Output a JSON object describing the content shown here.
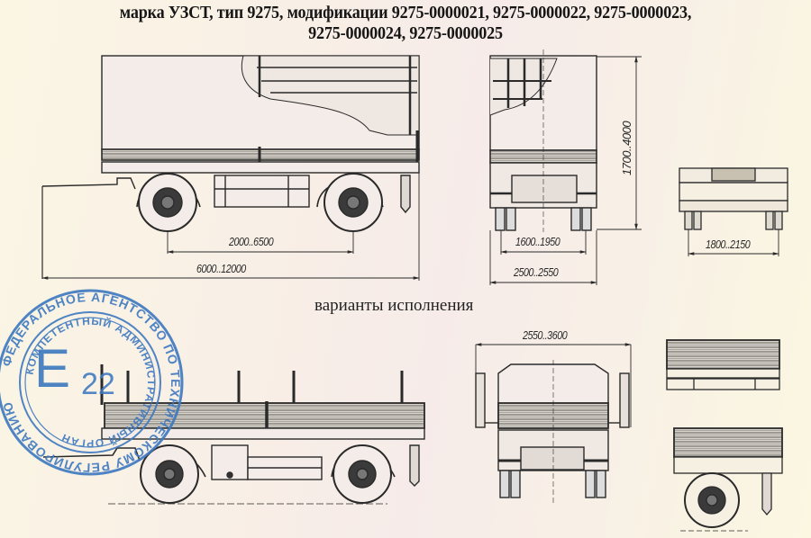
{
  "document": {
    "title_line1": "марка УЗСТ, тип 9275, модификации 9275-0000021, 9275-0000022, 9275-0000023,",
    "title_line2": "9275-0000024, 9275-0000025",
    "variants_label": "варианты исполнения"
  },
  "drawings": {
    "side_view": {
      "wheelbase_dim": "2000..6500",
      "overall_length_dim": "6000..12000"
    },
    "rear_view_tarp": {
      "height_dim": "1700..4000",
      "track_dim": "1600..1950",
      "width_dim": "2500..2550"
    },
    "rear_view_small": {
      "track_dim": "1800..2150"
    },
    "variant_front_view": {
      "width_dim": "2550..3600"
    }
  },
  "stamp": {
    "mark": "E",
    "country_code": "22",
    "outer_text": "ФЕДЕРАЛЬНОЕ АГЕНТСТВО ПО ТЕХНИЧЕСКОМУ РЕГУЛИРОВАНИЮ",
    "inner_text": "КОМПЕТЕНТНЫЙ АДМИНИСТРАТИВНЫЙ ОРГАН",
    "color": "#3d78c0"
  },
  "colors": {
    "ink": "#2a2a2a",
    "paper": "#f8f0e6"
  }
}
